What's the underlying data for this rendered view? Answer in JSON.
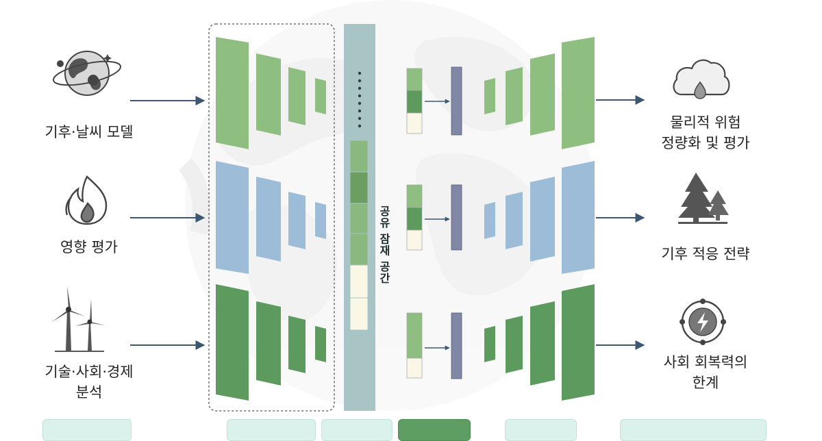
{
  "inputs": [
    {
      "icon": "globe-orbit-icon",
      "lines": [
        "기후·날씨 모델"
      ]
    },
    {
      "icon": "flame-icon",
      "lines": [
        "영향 평가"
      ]
    },
    {
      "icon": "wind-turbine-icon",
      "lines": [
        "기술·사회·경제",
        "분석"
      ]
    }
  ],
  "latent": {
    "label": "공유 잠재 공간"
  },
  "outputs": [
    {
      "icon": "cloud-drop-icon",
      "lines": [
        "물리적 위험",
        "정량화 및 평가"
      ]
    },
    {
      "icon": "pine-trees-icon",
      "lines": [
        "기후 적응 전략"
      ]
    },
    {
      "icon": "energy-cycle-icon",
      "lines": [
        "사회 회복력의",
        "한계"
      ]
    }
  ],
  "colors": {
    "green_light": "#8fbf80",
    "blue": "#9dbcd8",
    "green_dark": "#5d9a5d",
    "latent_bar": "#a9c4c4",
    "arrow": "#3d5672",
    "slate_bar": "#8088a6"
  }
}
